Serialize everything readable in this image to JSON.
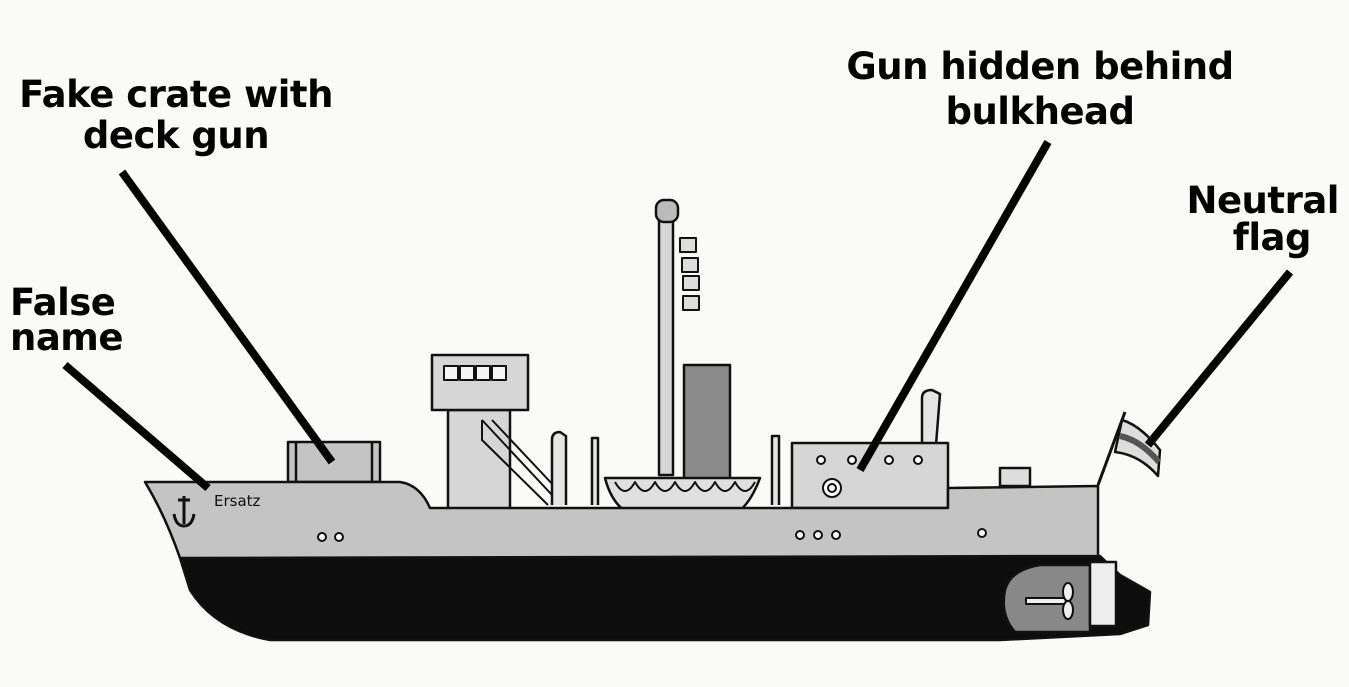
{
  "labels": {
    "fake_crate": [
      "Fake crate with",
      "deck gun"
    ],
    "false_name": [
      "False",
      "name"
    ],
    "gun_hidden": [
      "Gun hidden behind",
      "bulkhead"
    ],
    "neutral_flag": [
      "Neutral",
      "flag"
    ]
  },
  "ship": {
    "name": "Ersatz"
  },
  "colors": {
    "hull_upper": "#c4c4c4",
    "hull_lower": "#0d0d0d",
    "superstructure": "#d6d6d6",
    "funnel": "#8a8a8a",
    "background": "#fafaf8"
  }
}
